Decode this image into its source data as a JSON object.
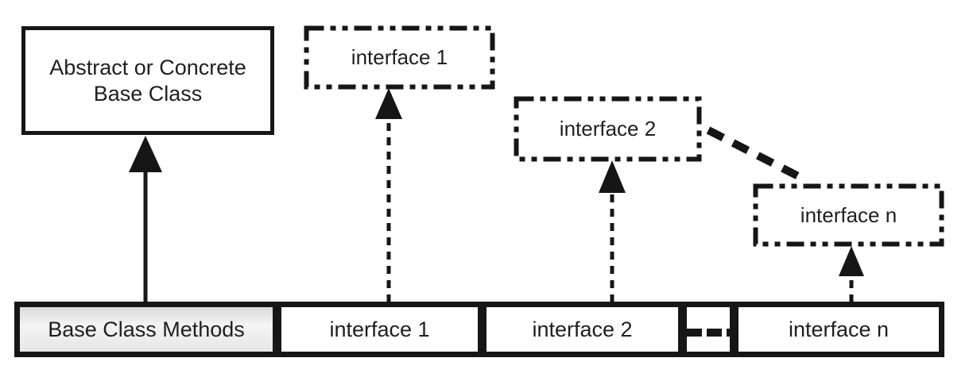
{
  "colors": {
    "ink": "#161616",
    "bg": "#ffffff",
    "text": "#1f1f1f",
    "methods_top": "#d9d9d9",
    "methods_mid": "#f4f4f4",
    "methods_bottom": "#e6e6e6"
  },
  "base_class_box": {
    "line1": "Abstract or Concrete",
    "line2": "Base Class"
  },
  "interfaces": [
    {
      "label": "interface 1"
    },
    {
      "label": "interface 2"
    },
    {
      "label": "interface n"
    }
  ],
  "bar": {
    "methods_label": "Base Class Methods",
    "interface1_label": "interface 1",
    "interface2_label": "interface 2",
    "ellipsis_icon": "dashed-ellipsis",
    "interface_n_label": "interface n"
  },
  "connectors": [
    {
      "type": "solid-arrow",
      "from": "Base Class Methods",
      "to": "Abstract or Concrete Base Class"
    },
    {
      "type": "dashed-arrow",
      "from": "interface 1 (bar)",
      "to": "interface 1 (box)"
    },
    {
      "type": "dashed-arrow",
      "from": "interface 2 (bar)",
      "to": "interface 2 (box)"
    },
    {
      "type": "dashed-arrow",
      "from": "interface n (bar)",
      "to": "interface n (box)"
    },
    {
      "type": "thick-dashed-link",
      "from": "interface 2 (box)",
      "to": "interface n (box)"
    }
  ]
}
